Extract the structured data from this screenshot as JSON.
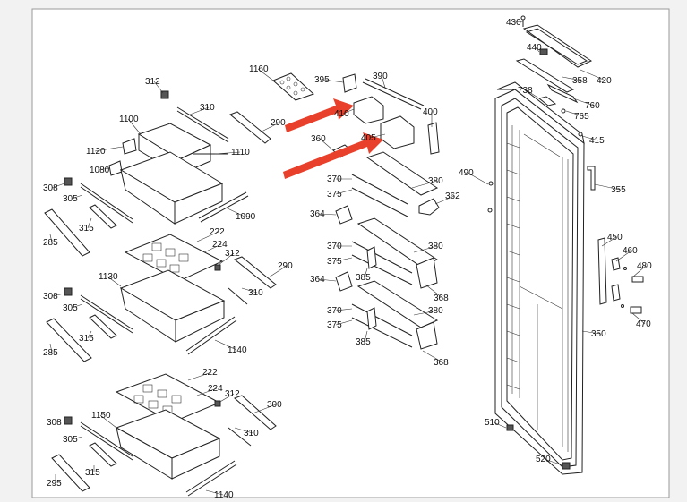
{
  "diagram": {
    "type": "exploded-parts-diagram",
    "colors": {
      "background": "#f2f2f2",
      "paper": "#ffffff",
      "line": "#222222",
      "arrow": "#e8402a"
    },
    "callouts": [
      "430",
      "440",
      "420",
      "358",
      "760",
      "765",
      "738",
      "415",
      "355",
      "490",
      "450",
      "460",
      "480",
      "470",
      "350",
      "510",
      "520",
      "395",
      "390",
      "410",
      "400",
      "405",
      "360",
      "370",
      "375",
      "380",
      "362",
      "364",
      "385",
      "368",
      "1160",
      "312",
      "310",
      "1100",
      "290",
      "1120",
      "1080",
      "1110",
      "308",
      "305",
      "1090",
      "315",
      "285",
      "222",
      "224",
      "1130",
      "1140",
      "300",
      "295",
      "1150"
    ]
  }
}
